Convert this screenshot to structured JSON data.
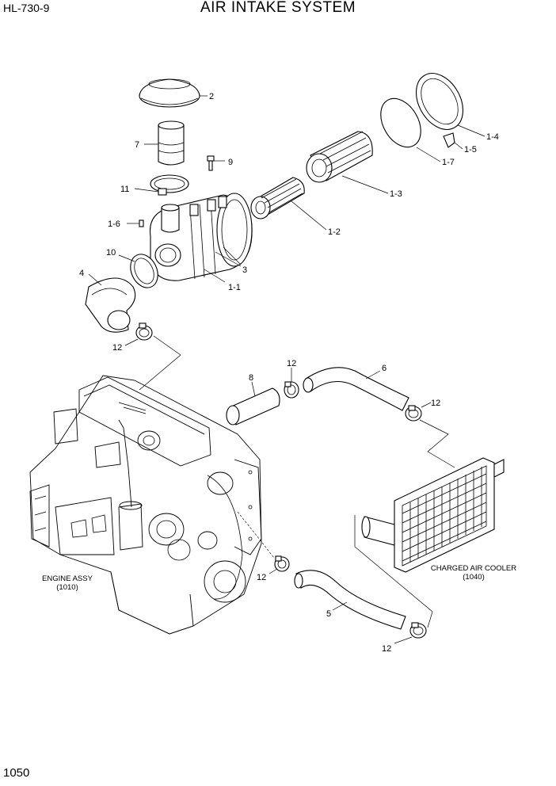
{
  "header": {
    "model": "HL-730-9",
    "title": "AIR INTAKE SYSTEM"
  },
  "footer": {
    "page_number": "1050"
  },
  "callouts": {
    "c2": "2",
    "c7": "7",
    "c9": "9",
    "c11": "11",
    "c1_6": "1-6",
    "c10": "10",
    "c4": "4",
    "c3": "3",
    "c1_1": "1-1",
    "c1_2": "1-2",
    "c1_3": "1-3",
    "c1_4": "1-4",
    "c1_5": "1-5",
    "c1_7": "1-7",
    "c12_a": "12",
    "c12_b": "12",
    "c12_c": "12",
    "c12_d": "12",
    "c12_e": "12",
    "c8": "8",
    "c6": "6",
    "c5": "5"
  },
  "assemblies": {
    "engine_name": "ENGINE ASSY",
    "engine_ref": "(1010)",
    "cooler_name": "CHARGED AIR COOLER",
    "cooler_ref": "(1040)"
  }
}
